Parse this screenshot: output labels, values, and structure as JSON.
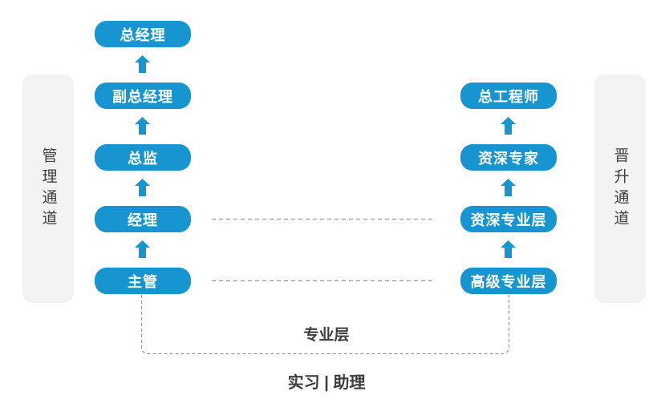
{
  "left_channel": {
    "label": "管理通道",
    "levels": [
      "总经理",
      "副总经理",
      "总监",
      "经理",
      "主管"
    ]
  },
  "right_channel": {
    "label": "晋升通道",
    "levels": [
      "总工程师",
      "资深专家",
      "资深专业层",
      "高级专业层"
    ]
  },
  "bottom_labels": {
    "professional_layer": "专业层",
    "entry_level": "实习 | 助理"
  },
  "icons": {
    "up_arrow": "arrow-up-icon"
  },
  "colors": {
    "node_blue": "#1795d0",
    "node_text": "#ffffff",
    "rail_background": "#f3f3f3",
    "rail_text": "#3f3f3f",
    "dashed_line": "#9a9a9a",
    "bottom_text": "#3d3d3d"
  }
}
